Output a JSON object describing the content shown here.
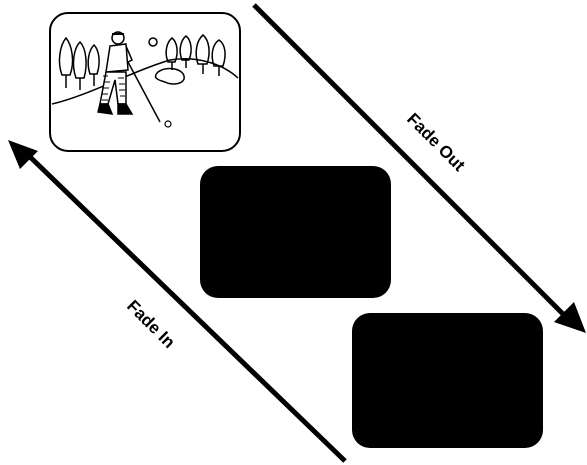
{
  "labels": {
    "fade_out": "Fade Out",
    "fade_in": "Fade In"
  },
  "frames": [
    {
      "id": "golf-scene",
      "content": "golfer on course",
      "fill": "#ffffff"
    },
    {
      "id": "black-frame-middle",
      "fill": "#000000"
    },
    {
      "id": "black-frame-bottom",
      "fill": "#000000"
    }
  ],
  "colors": {
    "ink": "#000000",
    "background": "#ffffff"
  }
}
